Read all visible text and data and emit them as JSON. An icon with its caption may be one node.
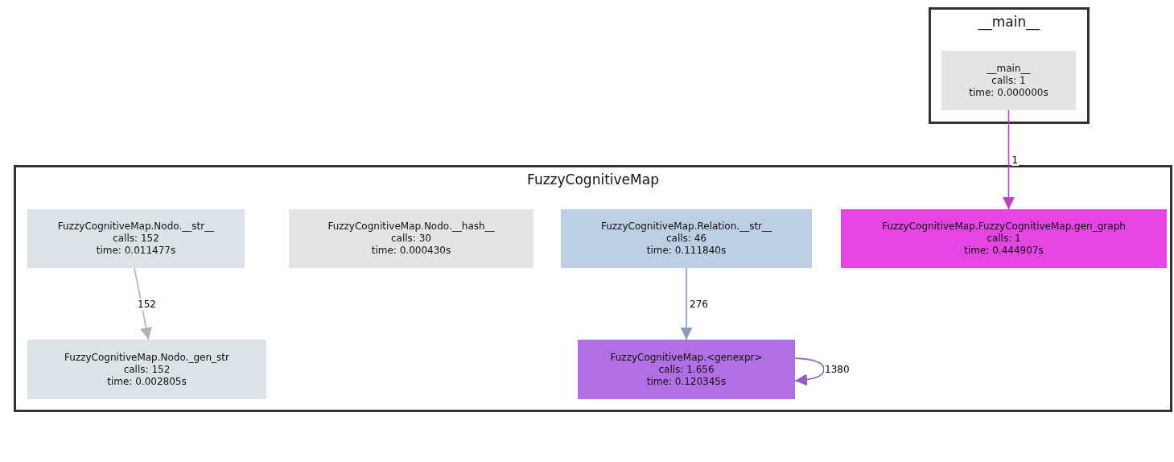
{
  "diagram": {
    "nodes": [
      {
        "text": [
          "__main__"
        ]
      },
      {
        "text": [
          "__main__",
          "calls: 1",
          "time: 0.000000s"
        ],
        "in": 0
      },
      {
        "text": [
          "FuzzyCognitiveMap"
        ]
      },
      {
        "text": [
          "FuzzyCognitiveMap.Nodo.__str__",
          "calls: 152",
          "time: 0.011477s"
        ],
        "in": 2
      },
      {
        "text": [
          "FuzzyCognitiveMap.Nodo.__hash__",
          "calls: 30",
          "time: 0.000430s"
        ],
        "in": 2
      },
      {
        "text": [
          "FuzzyCognitiveMap.Relation.__str__",
          "calls: 46",
          "time: 0.111840s"
        ],
        "in": 2
      },
      {
        "text": [
          "FuzzyCognitiveMap.FuzzyCognitiveMap.gen_graph",
          "calls: 1",
          "time: 0.444907s"
        ],
        "in": 2
      },
      {
        "text": [
          "FuzzyCognitiveMap.Nodo._gen_str",
          "calls: 152",
          "time: 0.002805s"
        ],
        "in": 2
      },
      {
        "text": [
          "FuzzyCognitiveMap.<genexpr>",
          "calls: 1.656",
          "time: 0.120345s"
        ],
        "in": 2
      }
    ],
    "edges": [
      {
        "from": 1,
        "to": 6,
        "arrow": "to",
        "label": "1",
        "color": "#c040c0"
      },
      {
        "from": 3,
        "to": 7,
        "arrow": "to",
        "label": "152",
        "color": "#b0b4b8"
      },
      {
        "from": 5,
        "to": 8,
        "arrow": "to",
        "label": "276",
        "color": "#8a9ab8"
      },
      {
        "from": 8,
        "to": 8,
        "arrow": "to",
        "label": "1380",
        "color": "#9060c0"
      }
    ]
  }
}
